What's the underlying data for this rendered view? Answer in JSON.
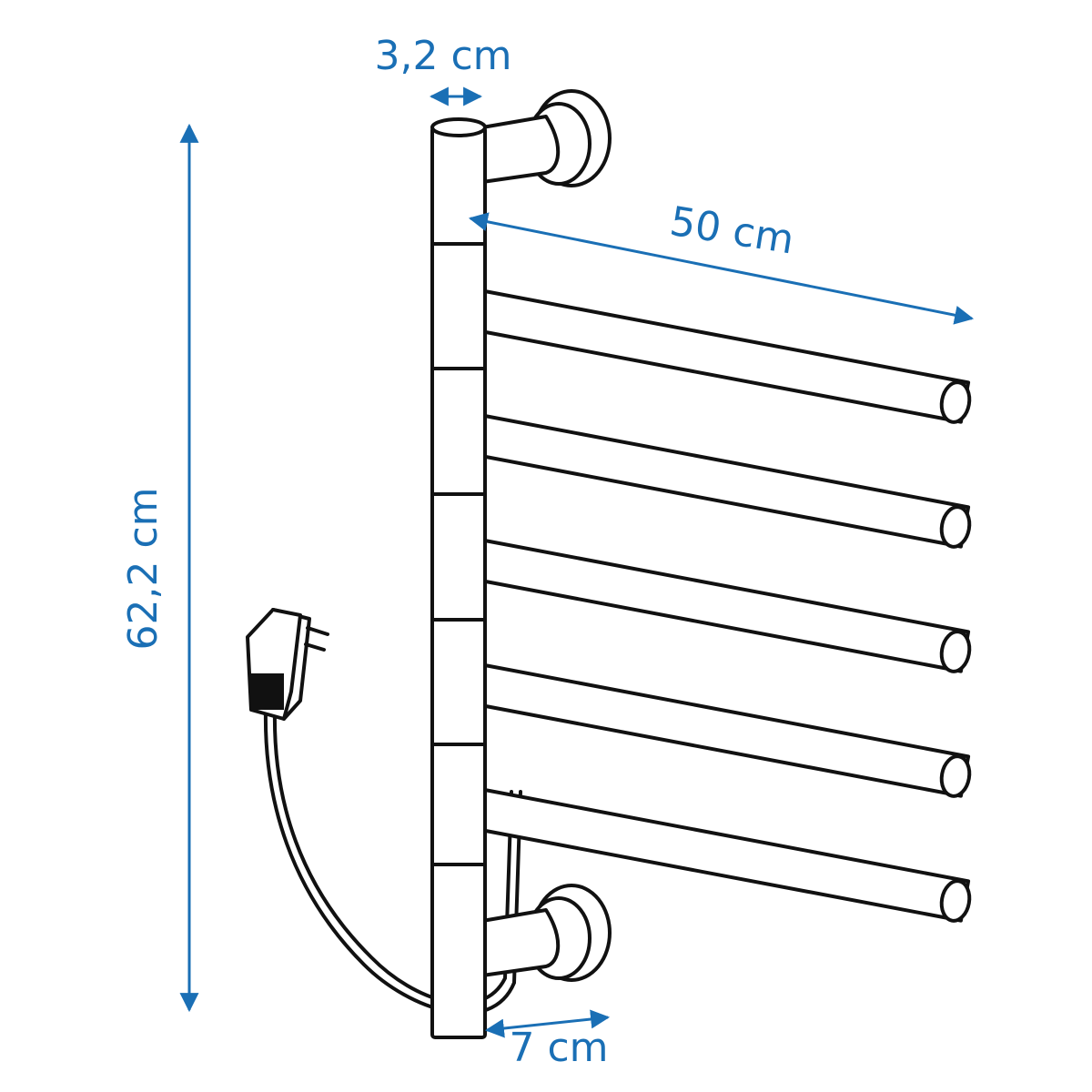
{
  "colors": {
    "dimension": "#1a6fb5",
    "line": "#111111",
    "background": "#ffffff"
  },
  "dimensions": {
    "top_width": "3,2 cm",
    "arm_length": "50 cm",
    "height": "62,2 cm",
    "wall_depth": "7 cm"
  },
  "arm_count": 5
}
